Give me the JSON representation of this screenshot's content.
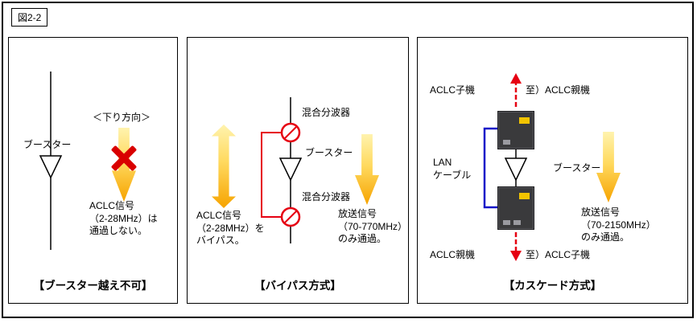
{
  "figure_label": "図2-2",
  "panels": {
    "left": {
      "caption": "【ブースター越え不可】",
      "booster_label": "ブースター",
      "direction_label": "＜下り方向＞",
      "note": "ACLC信号\n（2-28MHz）は\n通過しない。"
    },
    "middle": {
      "caption": "【バイパス方式】",
      "mixer_top_label": "混合分波器",
      "booster_label": "ブースター",
      "mixer_bottom_label": "混合分波器",
      "bypass_note": "ACLC信号\n（2-28MHz）を\nバイパス。",
      "pass_note": "放送信号\n（70-770MHz）\nのみ通過。"
    },
    "right": {
      "caption": "【カスケード方式】",
      "child_unit_label": "ACLC子機",
      "to_parent_label": "至）ACLC親機",
      "lan_label": "LAN\nケーブル",
      "booster_label": "ブースター",
      "parent_unit_label": "ACLC親機",
      "to_child_label": "至）ACLC子機",
      "pass_note": "放送信号\n（70-2150MHz）\nのみ通過。"
    }
  },
  "colors": {
    "accent_red": "#e60012",
    "lan_blue": "#1515c8",
    "arrow_yellow_top": "#fff3ae",
    "arrow_orange": "#f6a300",
    "device_gray": "#3a3a3c"
  }
}
